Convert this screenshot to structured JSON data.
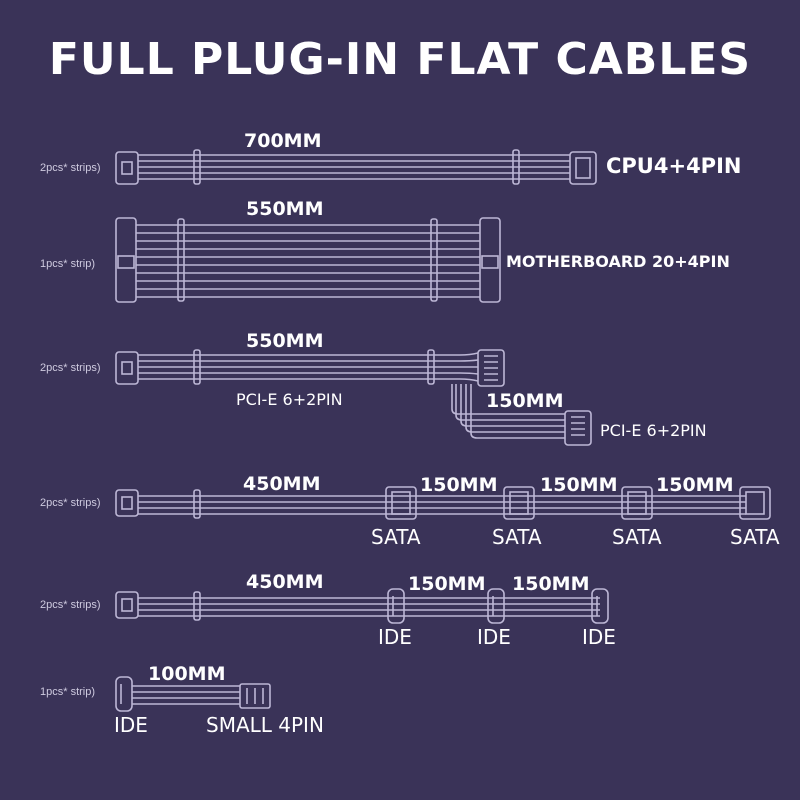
{
  "title": "FULL PLUG-IN FLAT CABLES",
  "colors": {
    "background": "#3a3358",
    "cable": "#bdb7d6",
    "text": "#ffffff"
  },
  "cables": [
    {
      "quantity": "2pcs* strips)",
      "length": "700MM",
      "connector": "CPU4+4PIN"
    },
    {
      "quantity": "1pcs* strip)",
      "length": "550MM",
      "connector": "MOTHERBOARD 20+4PIN"
    },
    {
      "quantity": "2pcs* strips)",
      "length": "550MM",
      "connector": "PCI-E 6+2PIN",
      "branch_length": "150MM",
      "branch_connector": "PCI-E 6+2PIN"
    },
    {
      "quantity": "2pcs* strips)",
      "length": "450MM",
      "segments": [
        "150MM",
        "150MM",
        "150MM"
      ],
      "connectors": [
        "SATA",
        "SATA",
        "SATA",
        "SATA"
      ]
    },
    {
      "quantity": "2pcs* strips)",
      "length": "450MM",
      "segments": [
        "150MM",
        "150MM"
      ],
      "connectors": [
        "IDE",
        "IDE",
        "IDE"
      ]
    },
    {
      "quantity": "1pcs* strip)",
      "length": "100MM",
      "connectors": [
        "IDE",
        "SMALL 4PIN"
      ]
    }
  ]
}
